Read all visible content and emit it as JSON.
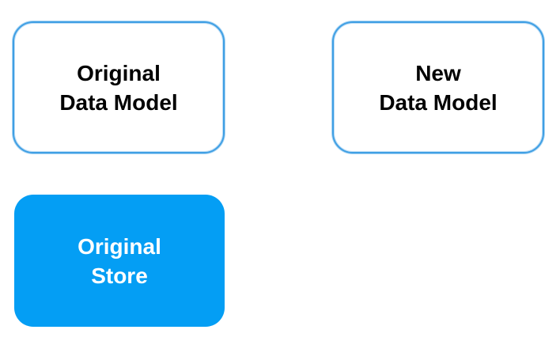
{
  "colors": {
    "outline": "#3f9fe4",
    "store_fill": "#049ef4",
    "outline_text": "#000000",
    "store_text": "#ffffff"
  },
  "nodes": {
    "original_data_model": {
      "lines": [
        "Original",
        "Data Model"
      ]
    },
    "new_data_model": {
      "lines": [
        "New",
        "Data Model"
      ]
    },
    "original_store": {
      "lines": [
        "Original",
        "Store"
      ]
    }
  }
}
